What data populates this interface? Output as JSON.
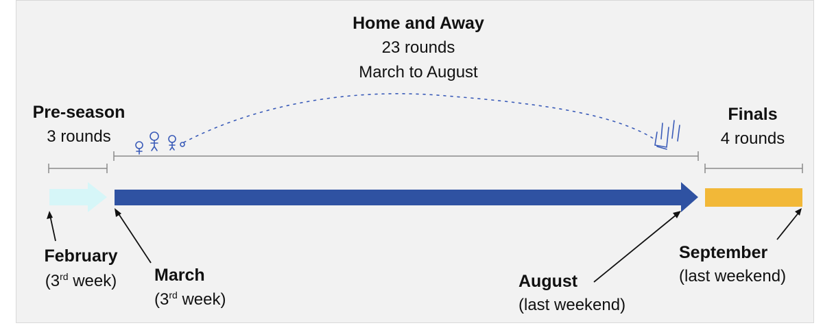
{
  "home_away": {
    "title": "Home and Away",
    "rounds": "23 rounds",
    "span": "March to August"
  },
  "preseason": {
    "title": "Pre-season",
    "rounds": "3 rounds"
  },
  "finals": {
    "title": "Finals",
    "rounds": "4 rounds"
  },
  "markers": {
    "february": {
      "month": "February",
      "open": "(3",
      "sup": "rd",
      "close": " week)"
    },
    "march": {
      "month": "March",
      "open": "(3",
      "sup": "rd",
      "close": " week)"
    },
    "august": {
      "month": "August",
      "detail": "(last weekend)"
    },
    "september": {
      "month": "September",
      "detail": "(last weekend)"
    }
  },
  "colors": {
    "preseason_arrow": "#d6f6f8",
    "main_arrow": "#2f52a2",
    "finals_bar": "#f2b838",
    "bracket": "#8a8a8a",
    "doodle": "#3a5bb8"
  }
}
